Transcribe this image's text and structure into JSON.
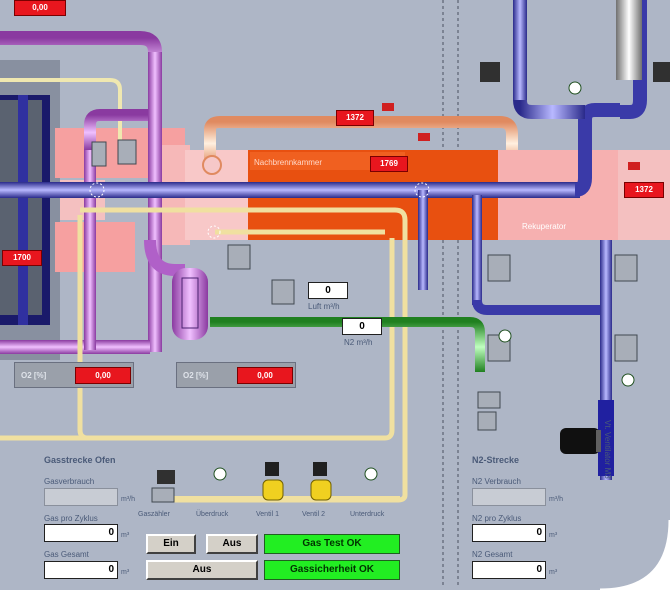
{
  "top_left_value": "0,00",
  "temperatures": {
    "top_duct": "1372",
    "nachbrenn": "1769",
    "right": "1372",
    "left": "1700"
  },
  "labels": {
    "nachbrennkammer": "Nachbrennkammer",
    "rekuperator": "Rekuperator",
    "luft": "Luft m³/h",
    "n2": "N2 m³/h",
    "ventilator": "Vt. Ventilator M3"
  },
  "flows": {
    "luft_value": "0",
    "n2_value": "0"
  },
  "o2": [
    {
      "label": "O2 [%]",
      "value": "0,00"
    },
    {
      "label": "O2 [%]",
      "value": "0,00"
    }
  ],
  "gas_section": {
    "title": "Gasstrecke Ofen",
    "rows": [
      {
        "label": "Gasverbrauch",
        "value": "",
        "unit": "m³/h"
      },
      {
        "label": "Gas pro Zyklus",
        "value": "0",
        "unit": "m³"
      },
      {
        "label": "Gas Gesamt",
        "value": "0",
        "unit": "m³"
      }
    ],
    "components": [
      "Gaszähler",
      "Überdruck",
      "Ventil 1",
      "Ventil 2",
      "Unterdruck"
    ],
    "buttons": {
      "ein": "Ein",
      "aus": "Aus",
      "aus_wide": "Aus"
    },
    "status": {
      "gas_test": "Gas Test OK",
      "gassicherheit": "Gassicherheit OK"
    }
  },
  "n2_section": {
    "title": "N2-Strecke",
    "rows": [
      {
        "label": "N2 Verbrauch",
        "value": "",
        "unit": "m³/h"
      },
      {
        "label": "N2 pro Zyklus",
        "value": "0",
        "unit": "m³"
      },
      {
        "label": "N2 Gesamt",
        "value": "0",
        "unit": "m³"
      }
    ]
  },
  "colors": {
    "background": "#aeb6c6",
    "pipe_blue": "#3a3aa8",
    "pipe_purple": "#b060c8",
    "pipe_green": "#40b040",
    "pipe_yellow": "#f0e0a0",
    "status_green": "#22ee22",
    "alarm_red": "#e8161e"
  }
}
